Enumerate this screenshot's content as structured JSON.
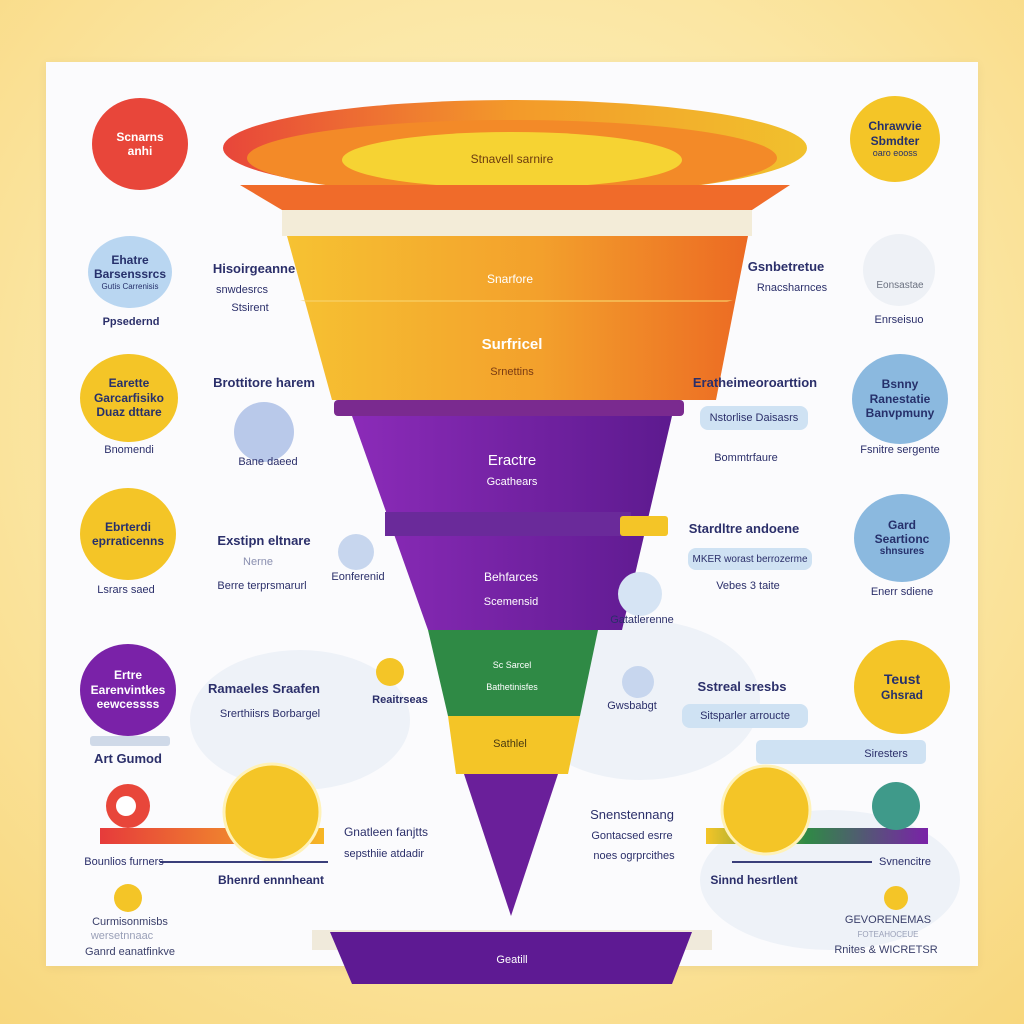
{
  "funnel": {
    "rim_label": "Stnavell sarnire",
    "stages": [
      {
        "title": "Snarfore"
      },
      {
        "title": "Surfricel",
        "sub": "Srnettins"
      },
      {
        "title": "Eractre",
        "sub": "Gcathears"
      },
      {
        "title": "Behfarces",
        "sub": "Scemensid"
      },
      {
        "title": "Sc Sarcel",
        "sub": "Bathetinisfes"
      },
      {
        "title": "Sathlel"
      }
    ],
    "base_label": "Geatill"
  },
  "left_circles": [
    {
      "line1": "Scnarns",
      "line2": "anhi"
    },
    {
      "line1": "Ehatre",
      "line2": "Barsenssrcs",
      "line3": "Gutis Carrenisis",
      "caption": "Ppsedernd"
    },
    {
      "line1": "Earette",
      "line2": "Garcarfisiko",
      "line3": "Duaz dttare",
      "caption": "Bnomendi"
    },
    {
      "line1": "Ebrterdi",
      "line2": "eprraticenns",
      "caption": "Lsrars saed"
    },
    {
      "line1": "Ertre",
      "line2": "Earenvintkes",
      "line3": "eewcessss",
      "caption": "Art Gumod"
    }
  ],
  "right_circles": [
    {
      "line1": "Chrawvie",
      "line2": "Sbmdter",
      "line3": "oaro eooss"
    },
    {
      "line1": "Eonsastae",
      "caption": "Enrseisuo"
    },
    {
      "line1": "Bsnny",
      "line2": "Ranestatie",
      "line3": "Banvpmuny",
      "caption": "Fsnitre sergente"
    },
    {
      "line1": "Gard",
      "line2": "Seartionc",
      "line3": "shnsures",
      "caption": "Enerr sdiene"
    },
    {
      "line1": "Teust",
      "line2": "Ghsrad"
    }
  ],
  "left_labels": [
    {
      "title": "Hisoirgeanne",
      "sub1": "snwdesrcs",
      "sub2": "Stsirent"
    },
    {
      "title": "Brottitore harem",
      "sub1": "Bane daeed"
    },
    {
      "title": "Exstipn eltnare",
      "sub1": "Nerne",
      "sub2": "Berre terprsmarurl"
    },
    {
      "title": "Ramaeles Sraafen",
      "sub1": "Srerthiisrs Borbargel"
    }
  ],
  "right_labels": [
    {
      "title": "Gsnbetretue",
      "sub1": "Rnacsharnces"
    },
    {
      "title": "Eratheimeoroarttion",
      "sub1": "Nstorlise Daisasrs",
      "sub2": "Bommtrfaure"
    },
    {
      "title": "Stardltre andoene",
      "sub1": "MKER worast berrozerme",
      "sub2": "Vebes 3 taite"
    },
    {
      "title": "Sstreal sresbs",
      "sub1": "Sitsparler arroucte"
    }
  ],
  "mid_labels": {
    "left": [
      "Eonferenid",
      "Reaitrseas"
    ],
    "right": [
      "Gatatlerenne",
      "Gwsbabgt"
    ]
  },
  "bottom_left": {
    "label1": "Gnatleen fanjtts",
    "label2": "sepsthiie atdadir",
    "line_label": "Bounlios furners",
    "strong": "Bhenrd ennnheant",
    "foot1": "Curmisonmisbs",
    "foot2": "wersetnnaac",
    "foot3": "Ganrd eanatfinkve"
  },
  "bottom_right": {
    "label1": "Snenstennang",
    "label2": "Gontacsed esrre",
    "label3": "noes ogrprcithes",
    "line_label": "Svnencitre",
    "strong": "Sinnd hesrtlent",
    "tag": "Siresters",
    "foot1": "GEVORENEMAS",
    "foot2": "FOTEAHOCEUE",
    "foot3": "Rnites & WICRETSR"
  },
  "colors": {
    "red": "#e8463a",
    "orange": "#f07a22",
    "yellow": "#f4c527",
    "purple": "#7a22a8",
    "green": "#2f8a45",
    "blue": "#8bb9df",
    "navy": "#2b2f6a"
  }
}
